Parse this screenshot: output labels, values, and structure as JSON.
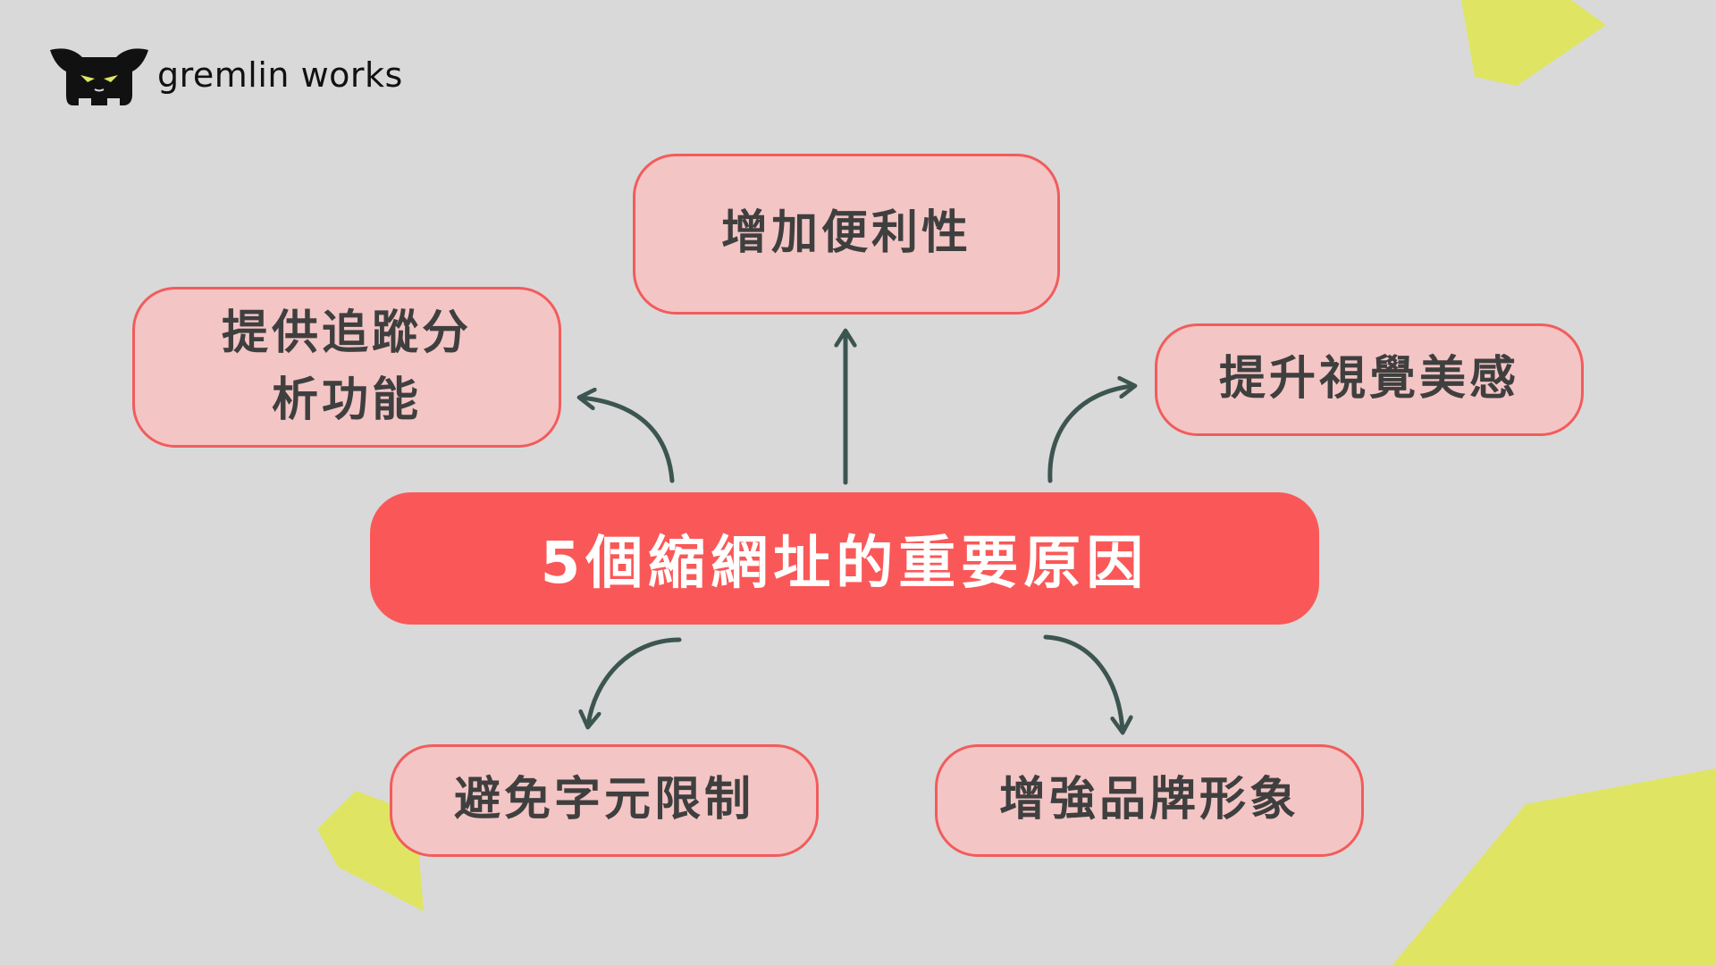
{
  "brand": {
    "name": "gremlin works"
  },
  "diagram": {
    "center": "5個縮網址的重要原因",
    "nodes": [
      {
        "key": "top",
        "label": "增加便利性"
      },
      {
        "key": "upper-left",
        "label": "提供追蹤分析功能"
      },
      {
        "key": "upper-right",
        "label": "提升視覺美感"
      },
      {
        "key": "lower-left",
        "label": "避免字元限制"
      },
      {
        "key": "lower-right",
        "label": "增強品牌形象"
      }
    ]
  },
  "colors": {
    "background": "#d9d9d9",
    "center_fill": "#fa5858",
    "node_fill": "#f4c5c5",
    "node_border": "#f25c5c",
    "arrow": "#3d5550",
    "accent": "#dfe562"
  }
}
